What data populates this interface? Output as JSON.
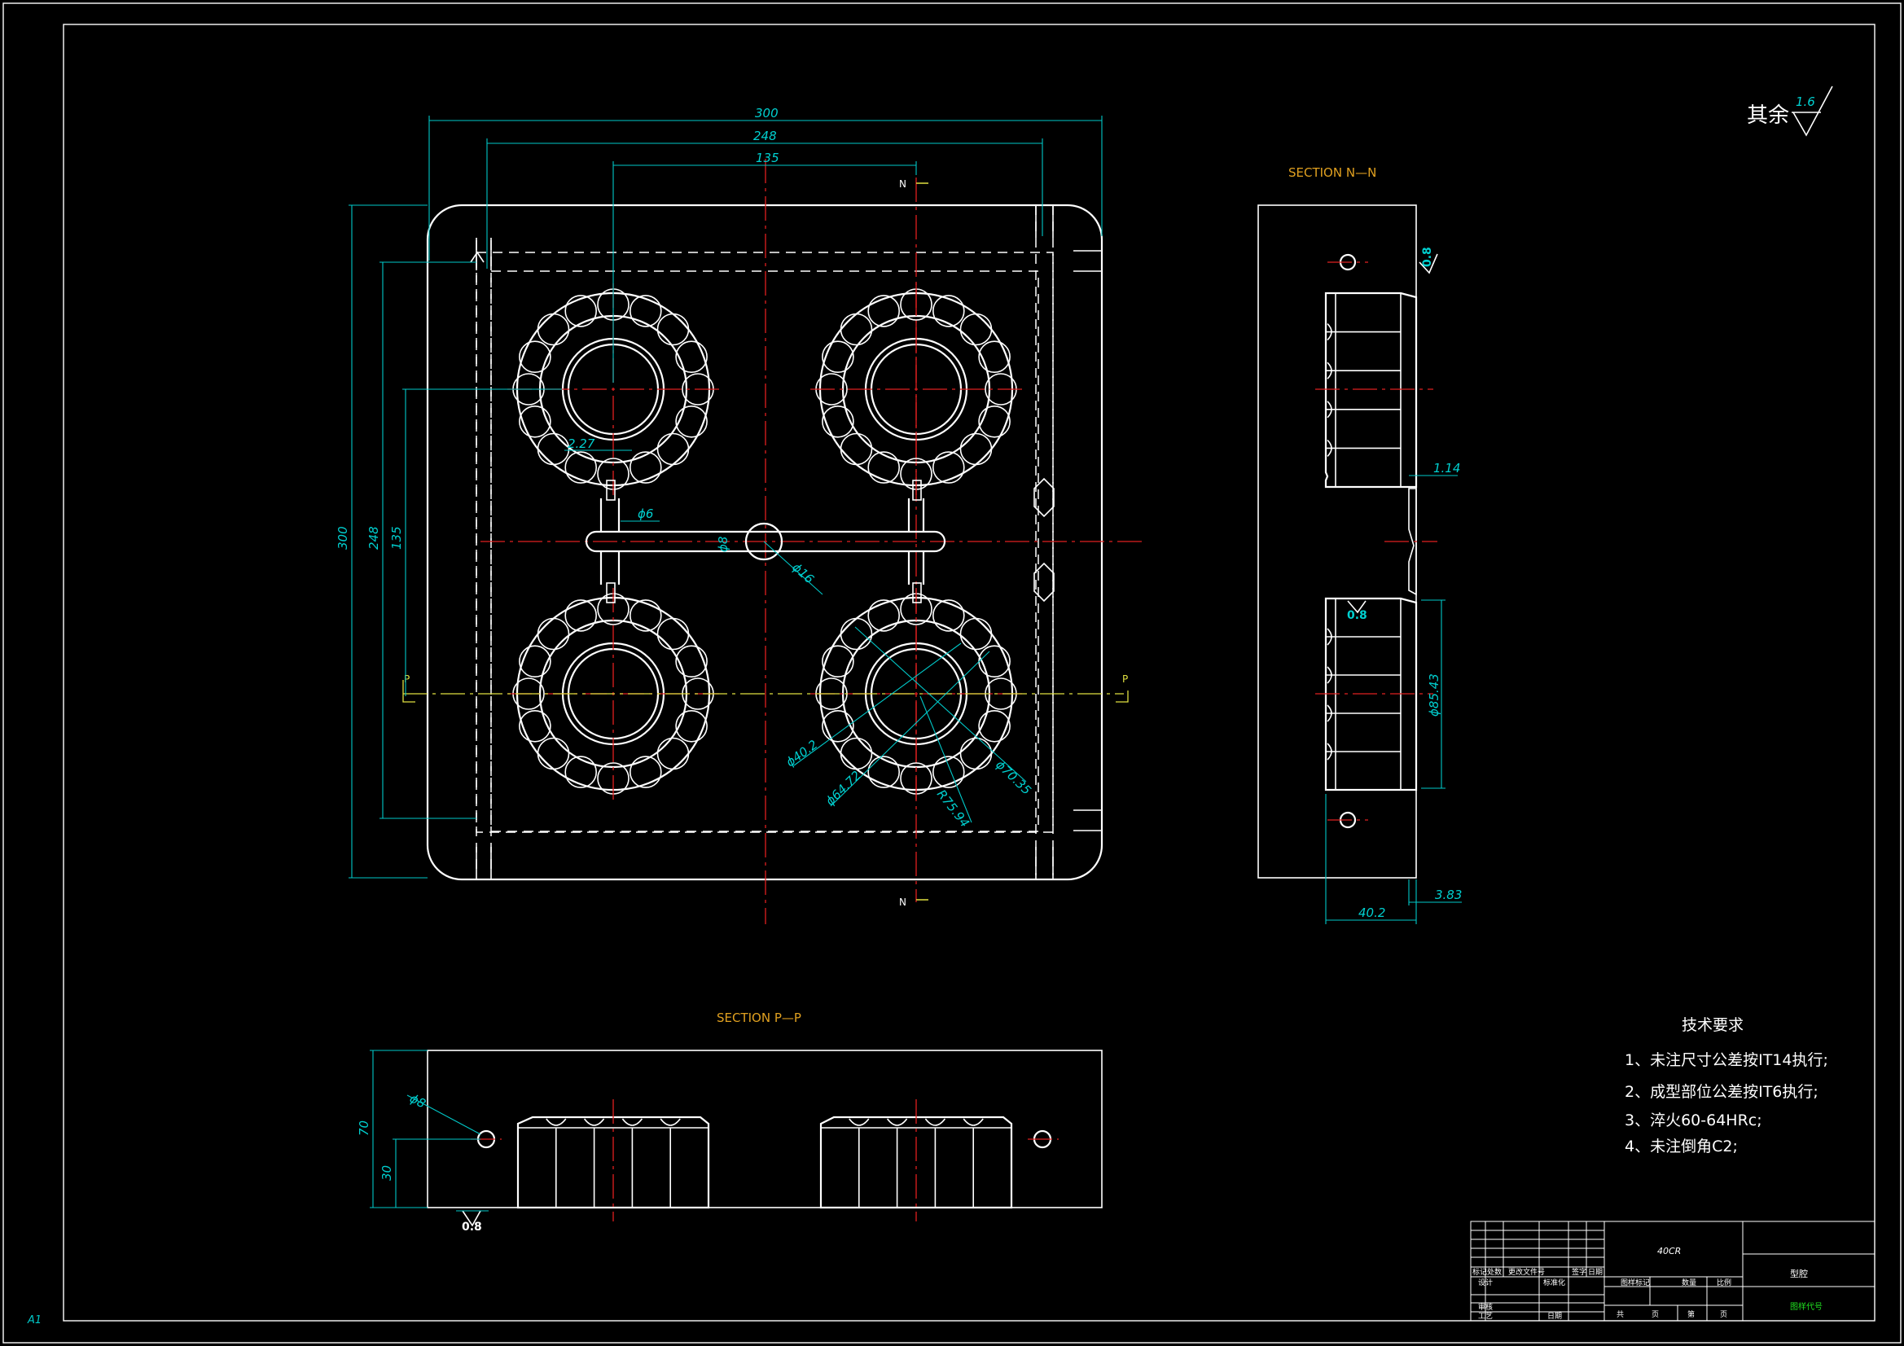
{
  "sheet_size_label": "A1",
  "roughness_note": {
    "text": "其余",
    "value": "1.6"
  },
  "section_nn_title": "SECTION N—N",
  "section_pp_title": "SECTION P—P",
  "cut_labels": {
    "n": "N",
    "p": "P"
  },
  "main_view_dims": {
    "w300": "300",
    "w248": "248",
    "w135": "135",
    "h300": "300",
    "h248": "248",
    "h135": "135",
    "d227": "2.27",
    "phi6": "ϕ6",
    "phi8": "ϕ8",
    "phi16": "ϕ16",
    "phi402": "ϕ40.2",
    "phi6472": "ϕ64.72",
    "phi7035": "ϕ70.35",
    "r7594": "R75.94"
  },
  "section_nn_dims": {
    "ra08a": "0.8",
    "ra08b": "0.8",
    "d114": "1.14",
    "phi8543": "ϕ85.43",
    "d402": "40.2",
    "d383": "3.83"
  },
  "section_pp_dims": {
    "h70": "70",
    "h30": "30",
    "phi8": "ϕ8",
    "ra08": "0.8"
  },
  "tech_requirements": {
    "title": "技术要求",
    "items": [
      "1、未注尺寸公差按IT14执行;",
      "2、成型部位公差按IT6执行;",
      "3、淬火60-64HRc;",
      "4、未注倒角C2;"
    ]
  },
  "title_block": {
    "material": "40CR",
    "part_name": "型腔",
    "company": "图样代号",
    "headers": [
      "标记",
      "处数",
      "更改文件号",
      "签字",
      "日期"
    ],
    "row_design": [
      "设计",
      "标准化"
    ],
    "row_check": [
      "审核"
    ],
    "row_process": [
      "工艺",
      "日期"
    ],
    "mid_headers": [
      "图样标记",
      "数量",
      "比例"
    ],
    "mid_footer": [
      "共",
      "页",
      "第",
      "页"
    ]
  }
}
